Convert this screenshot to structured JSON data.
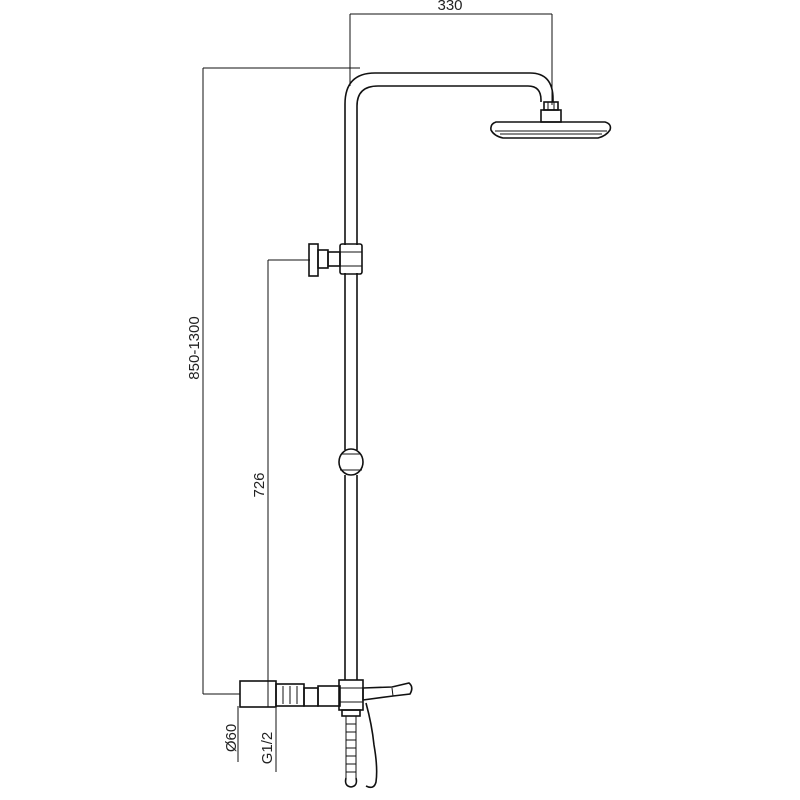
{
  "dimensions": {
    "arm_reach": "330",
    "total_height": "850-1300",
    "holder_height": "726",
    "wall_diameter": "Ø60",
    "thread_size": "G1/2"
  },
  "colors": {
    "line": "#111111",
    "background": "#ffffff"
  }
}
